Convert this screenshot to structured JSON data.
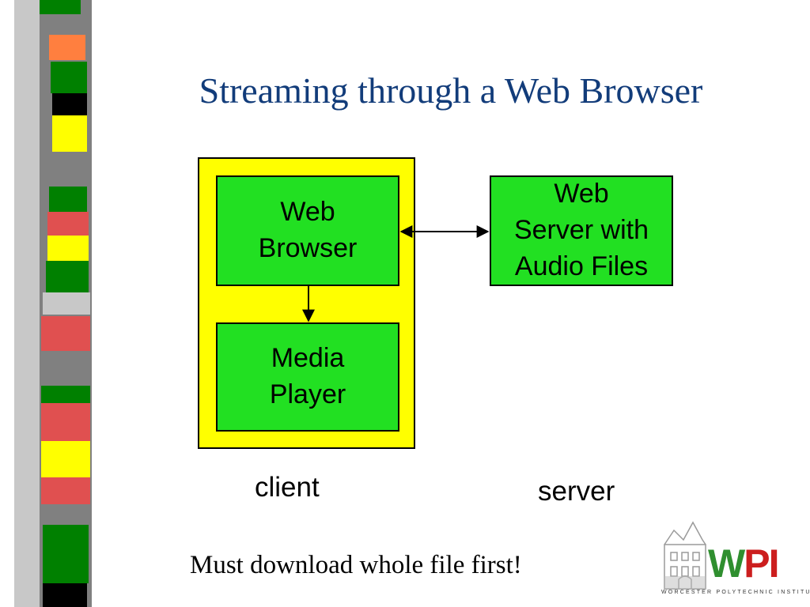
{
  "slide": {
    "title": "Streaming through a Web Browser",
    "note": "Must download whole file first!"
  },
  "diagram": {
    "nodes": {
      "web_browser": "Web\nBrowser",
      "media_player": "Media\nPlayer",
      "web_server": "Web\nServer with\nAudio Files"
    },
    "labels": {
      "client": "client",
      "server": "server"
    },
    "edges": [
      {
        "from": "web_browser",
        "to": "web_server",
        "direction": "bidirectional"
      },
      {
        "from": "web_browser",
        "to": "media_player",
        "direction": "forward"
      }
    ],
    "colors": {
      "client_region": "#ffff00",
      "node_fill": "#22e022",
      "title": "#123c7a"
    }
  },
  "logo": {
    "wordmark": "WPI",
    "subtitle": "WORCESTER POLYTECHNIC INSTITUTE"
  },
  "sidebar_stripe_colors": [
    "#008000",
    "#ff7f3f",
    "#008000",
    "#000000",
    "#ffff00",
    "#808080",
    "#008000",
    "#e05050",
    "#ffff00",
    "#008000",
    "#c8c8c8",
    "#e05050",
    "#808080",
    "#008000",
    "#e05050",
    "#ffff00",
    "#e05050",
    "#008000",
    "#000000"
  ]
}
